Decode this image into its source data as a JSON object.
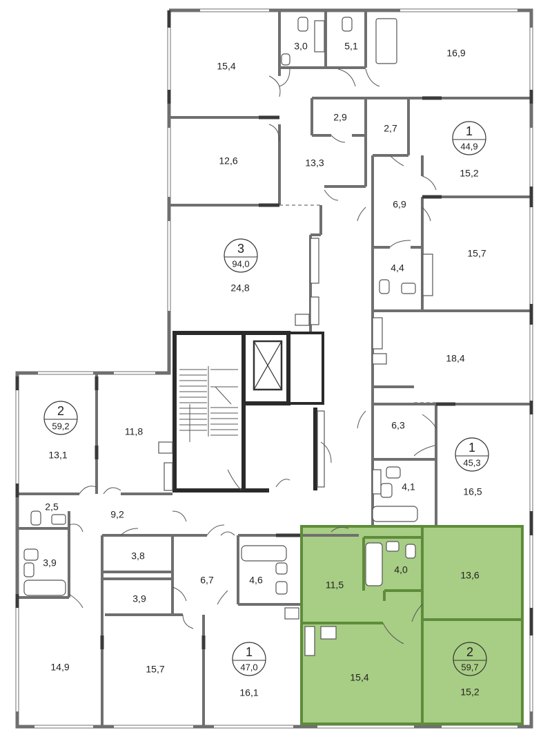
{
  "colors": {
    "wall": "#6f6f6f",
    "wall_dark": "#3a3a3a",
    "core_wall": "#2a2a2a",
    "highlight_fill": "#a8cd85",
    "highlight_stroke": "#5e8c3a",
    "window": "#bfbfbf"
  },
  "apartments": [
    {
      "id": "apt-3",
      "rooms": "3",
      "area": "94,0"
    },
    {
      "id": "apt-1-top",
      "rooms": "1",
      "area": "44,9"
    },
    {
      "id": "apt-2-left",
      "rooms": "2",
      "area": "59,2"
    },
    {
      "id": "apt-1-mid",
      "rooms": "1",
      "area": "45,3"
    },
    {
      "id": "apt-1-bottom",
      "rooms": "1",
      "area": "47,0"
    },
    {
      "id": "apt-2-highlight",
      "rooms": "2",
      "area": "59,7"
    }
  ],
  "rooms": [
    {
      "label": "15,4"
    },
    {
      "label": "3,0"
    },
    {
      "label": "5,1"
    },
    {
      "label": "16,9"
    },
    {
      "label": "2,9"
    },
    {
      "label": "2,7"
    },
    {
      "label": "12,6"
    },
    {
      "label": "13,3"
    },
    {
      "label": "15,2"
    },
    {
      "label": "6,9"
    },
    {
      "label": "24,8"
    },
    {
      "label": "4,4"
    },
    {
      "label": "15,7"
    },
    {
      "label": "18,4"
    },
    {
      "label": "11,8"
    },
    {
      "label": "13,1"
    },
    {
      "label": "6,3"
    },
    {
      "label": "16,5"
    },
    {
      "label": "4,1"
    },
    {
      "label": "2,5"
    },
    {
      "label": "9,2"
    },
    {
      "label": "3,8"
    },
    {
      "label": "3,9"
    },
    {
      "label": "6,7"
    },
    {
      "label": "4,6"
    },
    {
      "label": "11,5"
    },
    {
      "label": "4,0"
    },
    {
      "label": "13,6"
    },
    {
      "label": "3,9"
    },
    {
      "label": "14,9"
    },
    {
      "label": "15,7"
    },
    {
      "label": "16,1"
    },
    {
      "label": "15,4"
    },
    {
      "label": "15,2"
    }
  ]
}
